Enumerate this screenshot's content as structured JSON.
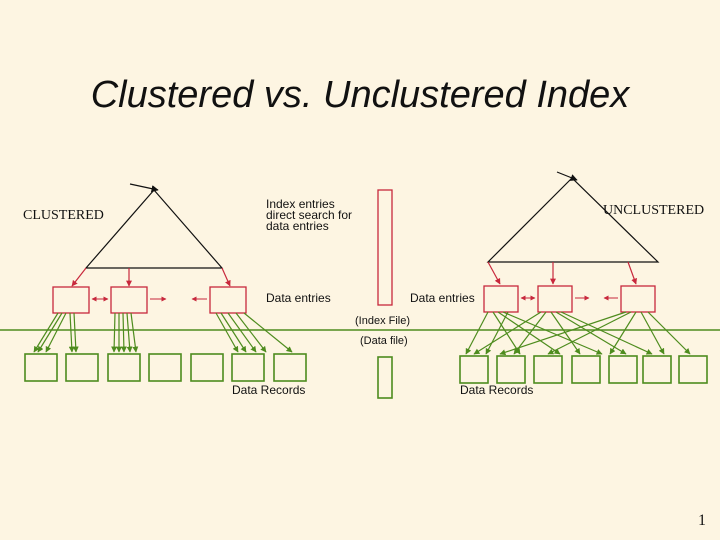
{
  "slide": {
    "title": "Clustered vs. Unclustered Index",
    "page_number": "1"
  },
  "clustered": {
    "label": "CLUSTERED",
    "data_records_label": "Data Records"
  },
  "unclustered": {
    "label": "UNCLUSTERED",
    "data_records_label": "Data Records"
  },
  "legend": {
    "index_entries_line1": "Index entries",
    "index_entries_line2": "direct search for",
    "index_entries_line3": "data entries",
    "data_entries_left": "Data entries",
    "data_entries_right": "Data entries",
    "index_file": "(Index File)",
    "data_file": "(Data file)"
  },
  "colors": {
    "background": "#fdf5e2",
    "index_red": "#c8283c",
    "data_green": "#4e8c1e",
    "text": "#111111"
  }
}
